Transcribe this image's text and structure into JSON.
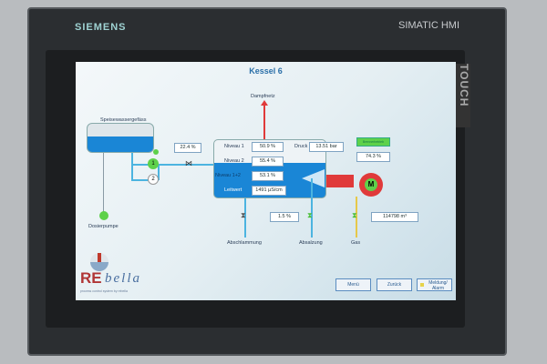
{
  "device": {
    "brand": "SIEMENS",
    "model": "SIMATIC HMI",
    "side_label": "TOUCH"
  },
  "screen": {
    "title": "Kessel 6",
    "feedwater_tank": "Speisewassergefäss",
    "dosing_pump": "Dosierpumpe",
    "pump1": "1",
    "pump2": "2",
    "feed_valve_value": "22.4 %",
    "steam_net": "Dampfnetz",
    "level1_label": "Niveau 1",
    "level1_value": "50.9 %",
    "level2_label": "Niveau 2",
    "level2_value": "55.4 %",
    "level12_label": "Niveau 1+2",
    "level12_value": "53.1 %",
    "conductivity_label": "Leitwert",
    "conductivity_value": "1491 µS/cm",
    "pressure_label": "Druck",
    "pressure_value": "13.51 bar",
    "burner_status": "Brennerbetrieb",
    "burner_value": "74.3 %",
    "motor": "M",
    "blowdown_label": "Abschlammung",
    "desalting_value": "1.5 %",
    "desalting_label": "Absalzung",
    "gas_label": "Gas",
    "gas_value": "114798 m³",
    "logo_re": "RE",
    "logo_bella": "bella",
    "logo_tagline": "process control system by rebella",
    "menu_button": "Menü",
    "back_button": "Zurück",
    "alarm_button": "Meldung/ Alarm"
  },
  "colors": {
    "tank_water": "#1a86d6",
    "steam": "#e03a3a",
    "running": "#5ed14a",
    "pipe": "#4cb4e0",
    "gas": "#e6c84a"
  }
}
